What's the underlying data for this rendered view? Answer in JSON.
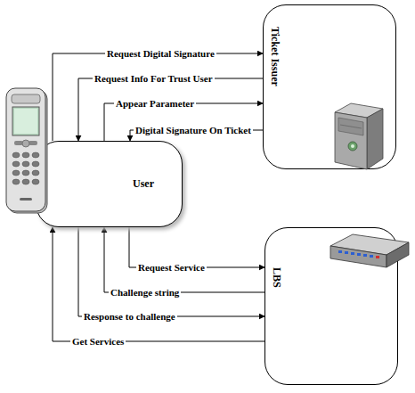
{
  "diagram": {
    "nodes": [
      {
        "text": [
          "User"
        ]
      },
      {
        "text": [
          "Ticket Issuer"
        ]
      },
      {
        "text": [
          "LBS"
        ]
      }
    ],
    "edges": [
      {
        "from": 0,
        "to": 1,
        "label": "Request Digital Signature",
        "arrow": "to"
      },
      {
        "from": 1,
        "to": 0,
        "label": "Request Info For Trust User",
        "arrow": "to"
      },
      {
        "from": 0,
        "to": 1,
        "label": "Appear Parameter",
        "arrow": "to"
      },
      {
        "from": 1,
        "to": 0,
        "label": "Digital Signature On Ticket",
        "arrow": "to"
      },
      {
        "from": 0,
        "to": 2,
        "label": "Request Service",
        "arrow": "to"
      },
      {
        "from": 2,
        "to": 0,
        "label": "Challenge string",
        "arrow": "to"
      },
      {
        "from": 0,
        "to": 2,
        "label": "Response to challenge",
        "arrow": "to"
      },
      {
        "from": 2,
        "to": 0,
        "label": "Get Services",
        "arrow": "to"
      }
    ]
  }
}
